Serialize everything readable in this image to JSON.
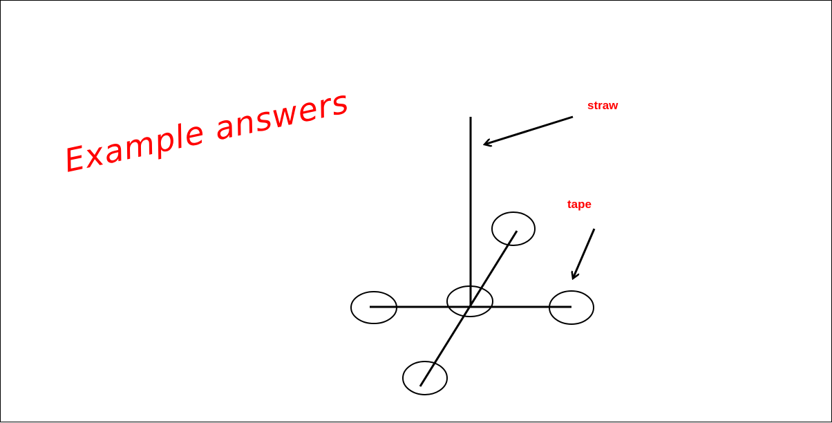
{
  "title": "Example answers",
  "labels": {
    "straw": "straw",
    "tape": "tape"
  },
  "colors": {
    "annotation": "#ff0000",
    "lines": "#000000",
    "background": "#ffffff"
  }
}
